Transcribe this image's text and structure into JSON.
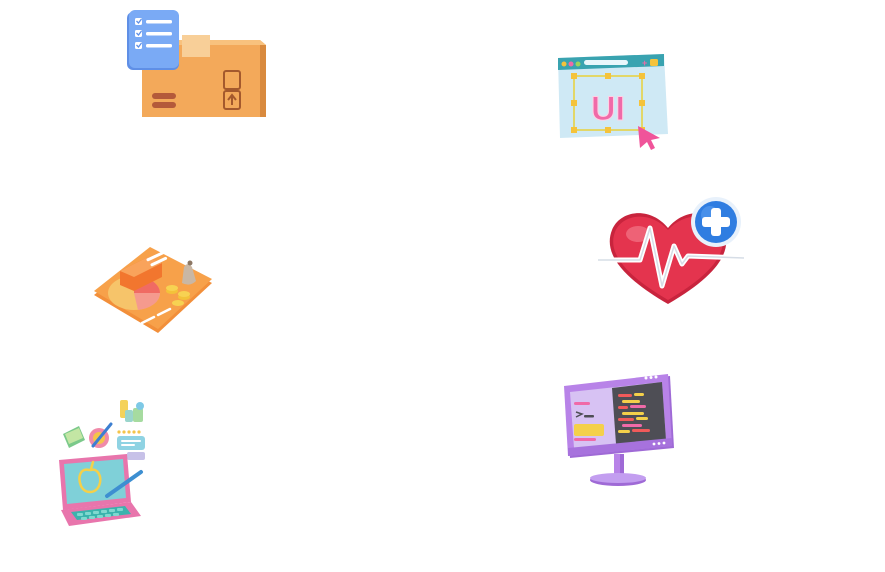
{
  "illustrations": [
    {
      "id": "delivery-box-with-checklist",
      "icon": "package-icon"
    },
    {
      "id": "ui-design-window",
      "icon": "ui-window-icon",
      "text": "UI"
    },
    {
      "id": "financial-chart-card",
      "icon": "finance-chart-icon"
    },
    {
      "id": "health-heart-pulse",
      "icon": "heart-pulse-icon"
    },
    {
      "id": "creative-design-laptop",
      "icon": "design-laptop-icon"
    },
    {
      "id": "code-monitor",
      "icon": "code-monitor-icon"
    }
  ],
  "colors": {
    "box": "#f3a95a",
    "checklist": "#6d9ff2",
    "ui_window": "#dff2fb",
    "ui_text": "#f06aa8",
    "heart": "#e4344e",
    "plus_badge": "#2f7de1",
    "chart_card": "#f7a14a",
    "laptop": "#ec88b8",
    "monitor": "#b883e8",
    "code_screen": "#4e4e55"
  }
}
